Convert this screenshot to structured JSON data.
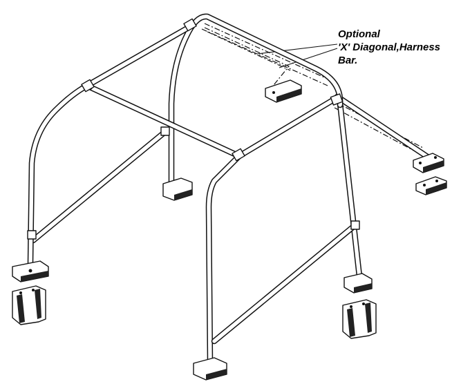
{
  "callout": {
    "line1": "Optional",
    "line2": "'X' Diagonal,Harness",
    "line3": "Bar."
  }
}
